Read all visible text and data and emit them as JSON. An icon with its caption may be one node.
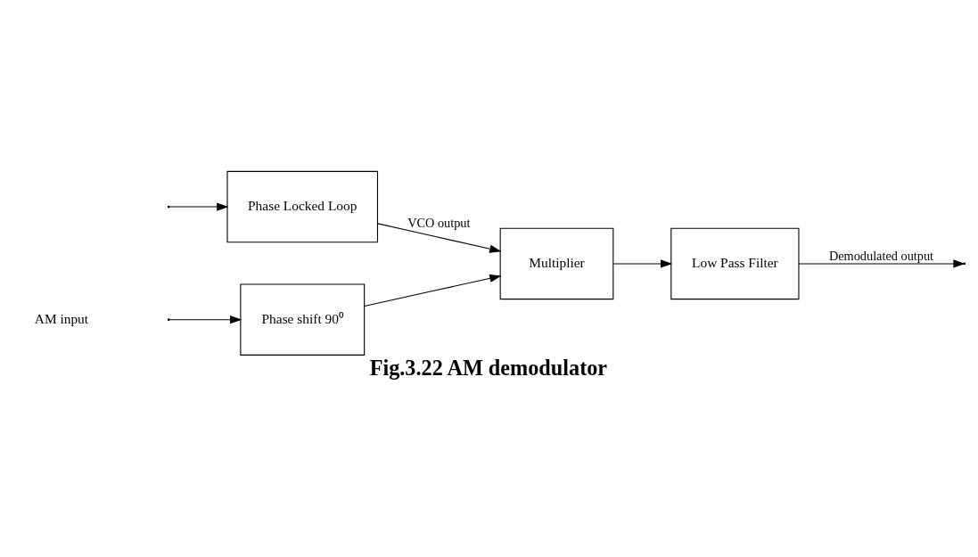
{
  "diagram": {
    "caption": "Fig.3.22 AM demodulator",
    "nodes": [
      {
        "text": [
          "Phase shift 90⁰"
        ]
      },
      {
        "text": [
          "Multiplier"
        ]
      },
      {
        "text": [
          "Low Pass Filter"
        ]
      },
      {
        "text": [
          "Phase Locked Loop"
        ]
      }
    ],
    "edges": [
      {
        "from": null,
        "to": 0,
        "arrow": "to"
      },
      {
        "from": null,
        "to": 3,
        "arrow": "to"
      },
      {
        "from": 0,
        "to": 1,
        "arrow": "to"
      },
      {
        "from": 3,
        "to": 1,
        "arrow": "to",
        "label": "VCO output"
      },
      {
        "from": 1,
        "to": 2,
        "arrow": "to"
      },
      {
        "from": 2,
        "to": null,
        "arrow": "to",
        "label": "Demodulated output"
      }
    ],
    "labels": [
      "AM input"
    ]
  }
}
